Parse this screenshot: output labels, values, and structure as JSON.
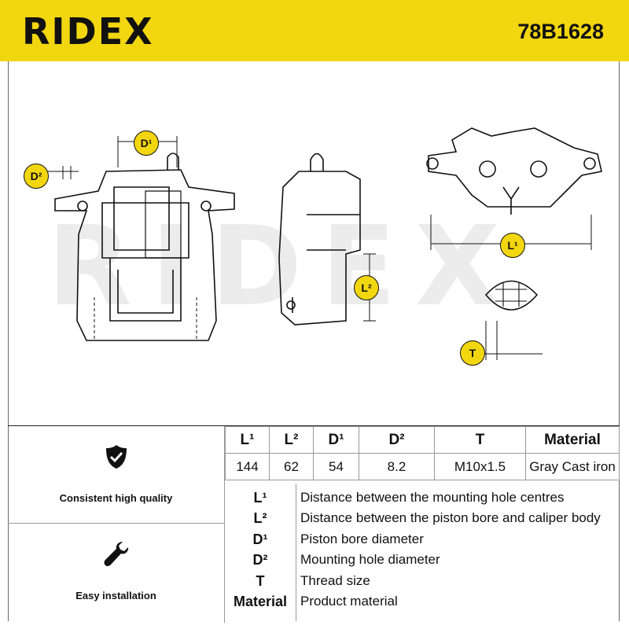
{
  "header": {
    "brand": "RIDEX",
    "part_number": "78B1628"
  },
  "drawing": {
    "watermark": "RIDEX",
    "labels": {
      "d1": "D¹",
      "d2": "D²",
      "l1": "L¹",
      "l2": "L²",
      "t": "T"
    }
  },
  "features": [
    {
      "label": "Consistent high quality",
      "icon": "shield-check-icon"
    },
    {
      "label": "Easy installation",
      "icon": "wrench-icon"
    }
  ],
  "specs": {
    "headers": [
      "L¹",
      "L²",
      "D¹",
      "D²",
      "T",
      "Material"
    ],
    "values": [
      "144",
      "62",
      "54",
      "8.2",
      "M10x1.5",
      "Gray Cast iron"
    ]
  },
  "legend": [
    {
      "key": "L¹",
      "desc": "Distance between the mounting hole centres"
    },
    {
      "key": "L²",
      "desc": "Distance between the piston bore and caliper body"
    },
    {
      "key": "D¹",
      "desc": "Piston bore diameter"
    },
    {
      "key": "D²",
      "desc": "Mounting hole diameter"
    },
    {
      "key": "T",
      "desc": "Thread size"
    },
    {
      "key": "Material",
      "desc": "Product material"
    }
  ],
  "colors": {
    "brand_yellow": "#f2d60f",
    "ink": "#111111",
    "rule": "#999999"
  }
}
